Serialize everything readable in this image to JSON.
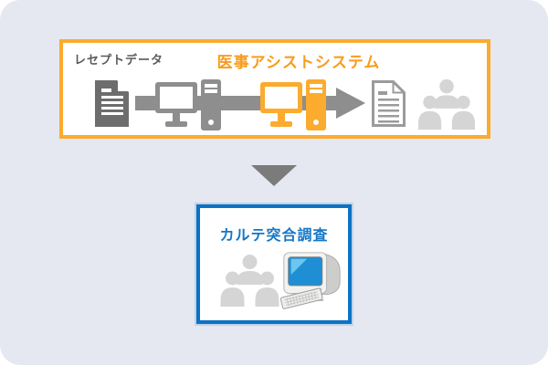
{
  "page": {
    "background": "#ffffff",
    "canvas_background": "#e5e8f1"
  },
  "top_box": {
    "border_color": "#fbab2e",
    "data_label": "レセプトデータ",
    "data_label_color": "#595959",
    "title": "医事アシストシステム",
    "title_color": "#f99c1c",
    "icons": [
      {
        "name": "document-icon",
        "color": "#6d6d6d"
      },
      {
        "name": "flow-arrow-icon",
        "color": "#8e8e8e"
      },
      {
        "name": "desktop-pc-gray-icon",
        "color": "#8e8e8e"
      },
      {
        "name": "desktop-pc-orange-icon",
        "color": "#fbab2e"
      },
      {
        "name": "document-outline-icon",
        "color": "#9b9b9b"
      },
      {
        "name": "people-group-icon",
        "color": "#d5d5d5"
      }
    ]
  },
  "connector": {
    "name": "down-arrow-icon",
    "color": "#7b7b7b"
  },
  "bottom_box": {
    "border_color": "#0d72c4",
    "title": "カルテ突合調査",
    "title_color": "#1476c6",
    "icons": [
      {
        "name": "people-group-icon",
        "color": "#d5d5d5"
      },
      {
        "name": "crt-computer-icon",
        "body_color": "#f2f2f1",
        "screen_color": "#1e8fd4"
      }
    ]
  }
}
